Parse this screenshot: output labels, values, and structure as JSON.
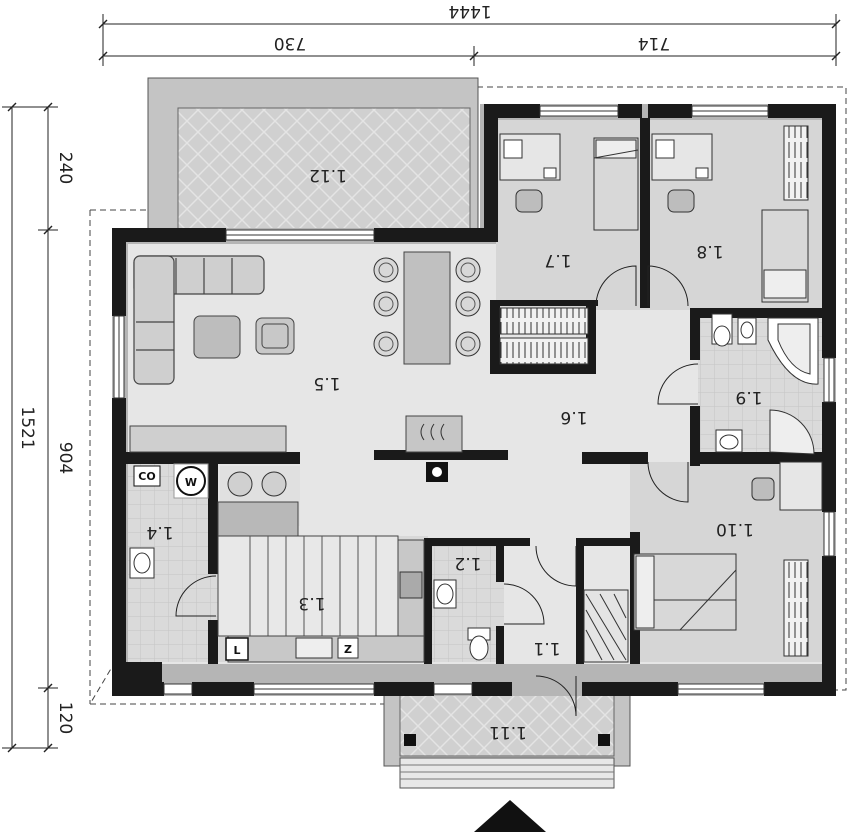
{
  "dimensions": {
    "top_total": "1444",
    "top_left": "730",
    "top_right": "714",
    "left_total": "1521",
    "left_upper": "240",
    "left_middle": "904",
    "left_lower": "120"
  },
  "rooms": [
    {
      "id": "1.1",
      "label": "1.1"
    },
    {
      "id": "1.2",
      "label": "1.2"
    },
    {
      "id": "1.3",
      "label": "1.3"
    },
    {
      "id": "1.4",
      "label": "1.4"
    },
    {
      "id": "1.5",
      "label": "1.5"
    },
    {
      "id": "1.6",
      "label": "1.6"
    },
    {
      "id": "1.7",
      "label": "1.7"
    },
    {
      "id": "1.8",
      "label": "1.8"
    },
    {
      "id": "1.9",
      "label": "1.9"
    },
    {
      "id": "1.10",
      "label": "1.10"
    },
    {
      "id": "1.11",
      "label": "1.11"
    },
    {
      "id": "1.12",
      "label": "1.12"
    }
  ],
  "fixtures": {
    "washer": "W",
    "boiler": "CO",
    "stair_start": "Z",
    "fridge": "L"
  },
  "colors": {
    "wall": "#1a1a1a",
    "floor_main": "#e6e6e6",
    "floor_rooms": "#d4d4d4",
    "tile": "#cfcfcf",
    "terrace": "#c8c8c8",
    "furniture": "#bdbdbd"
  }
}
